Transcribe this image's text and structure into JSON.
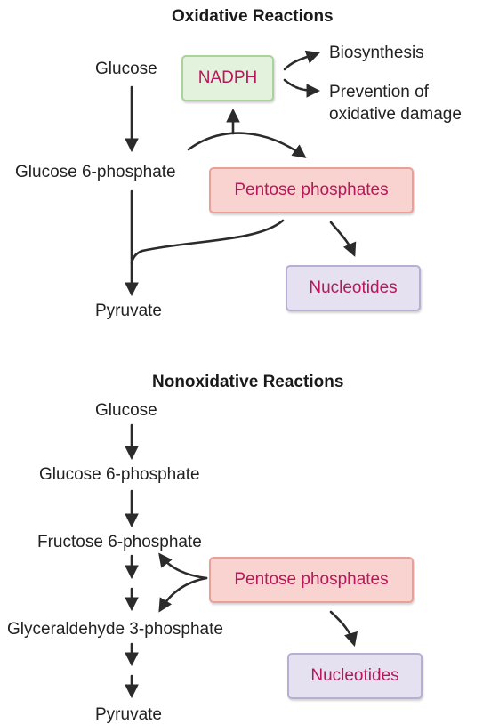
{
  "colors": {
    "box_text": "#b8175a",
    "arrow": "#2b2b2b",
    "nadph_fill": "#e3f2dc",
    "pentose_fill": "#f9d3cf",
    "nucleotides_fill": "#e6e1f1"
  },
  "oxidative": {
    "title": "Oxidative Reactions",
    "glucose": "Glucose",
    "g6p": "Glucose 6-phosphate",
    "pyruvate": "Pyruvate",
    "nadph": "NADPH",
    "biosynthesis": "Biosynthesis",
    "prevention_line1": "Prevention of",
    "prevention_line2": "oxidative damage",
    "pentose": "Pentose phosphates",
    "nucleotides": "Nucleotides"
  },
  "nonoxidative": {
    "title": "Nonoxidative Reactions",
    "glucose": "Glucose",
    "g6p": "Glucose 6-phosphate",
    "f6p": "Fructose 6-phosphate",
    "ga3p": "Glyceraldehyde 3-phosphate",
    "pyruvate": "Pyruvate",
    "pentose": "Pentose phosphates",
    "nucleotides": "Nucleotides"
  }
}
